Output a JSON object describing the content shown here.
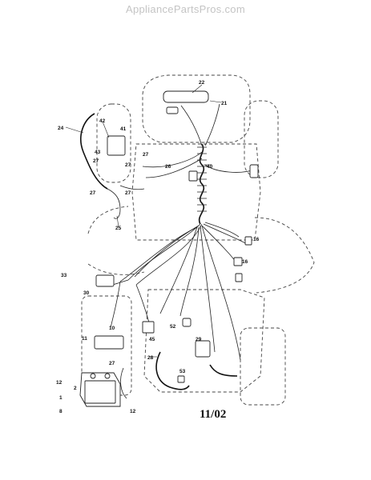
{
  "watermark": "AppliancePartsPros.com",
  "date_code": "11/02",
  "part_labels": [
    "22",
    "21",
    "24",
    "42",
    "41",
    "43",
    "27",
    "27",
    "27",
    "27",
    "27",
    "26",
    "40",
    "25",
    "16",
    "16",
    "33",
    "30",
    "52",
    "45",
    "10",
    "11",
    "29",
    "28",
    "27",
    "12",
    "2",
    "1",
    "8",
    "12",
    "53"
  ]
}
